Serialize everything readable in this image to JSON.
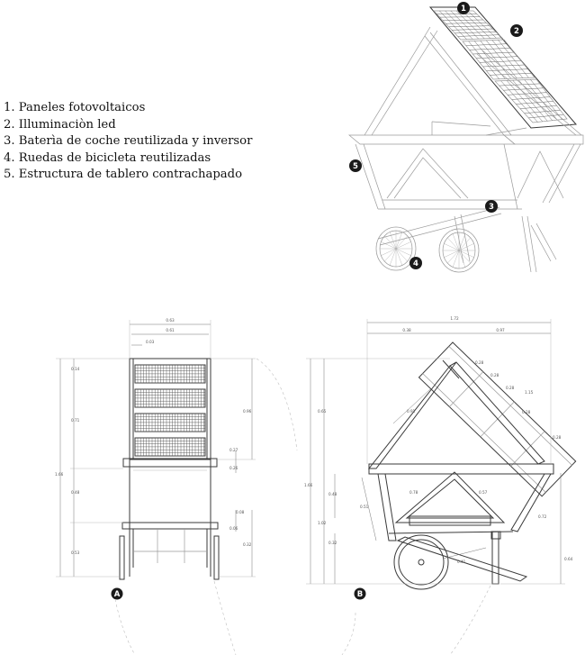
{
  "legend": [
    "1. Paneles fotovoltaicos",
    "2. Illuminaciòn led",
    "3. Baterìa de coche reutilizada y inversor",
    "4. Ruedas de bicicleta reutilizadas",
    "5. Estructura de tablero contrachapado"
  ],
  "markers": {
    "m1": "1",
    "m2": "2",
    "m3": "3",
    "m4": "4",
    "m5": "5",
    "view_a": "A",
    "view_b": "B"
  },
  "dims_front": {
    "overall_width": "0.63",
    "inner_width": "0.61",
    "offset": "0.03",
    "top": "0.14",
    "panels": "0.71",
    "total": "1.66",
    "mid": "0.48",
    "lower": "0.53",
    "panels_right": "0.96",
    "d27": "0.27",
    "d26": "0.26",
    "d08": "0.08",
    "d06": "0.06",
    "d32": "0.32"
  },
  "dims_side": {
    "overall": "1.72",
    "left": "0.38",
    "right": "0.97",
    "total": "1.66",
    "upper": "0.65",
    "mid": "0.48",
    "lower": "1.02",
    "base": "0.32",
    "panel1": "0.28",
    "panel2": "0.28",
    "panel3": "0.28",
    "panel4": "0.28",
    "panel_total": "1.15",
    "slant": "0.91",
    "bay1": "0.78",
    "bay2": "0.57",
    "wheel_arm": "0.51",
    "wheel_h": "0.41",
    "right_h": "0.72",
    "leg": "0.64"
  }
}
